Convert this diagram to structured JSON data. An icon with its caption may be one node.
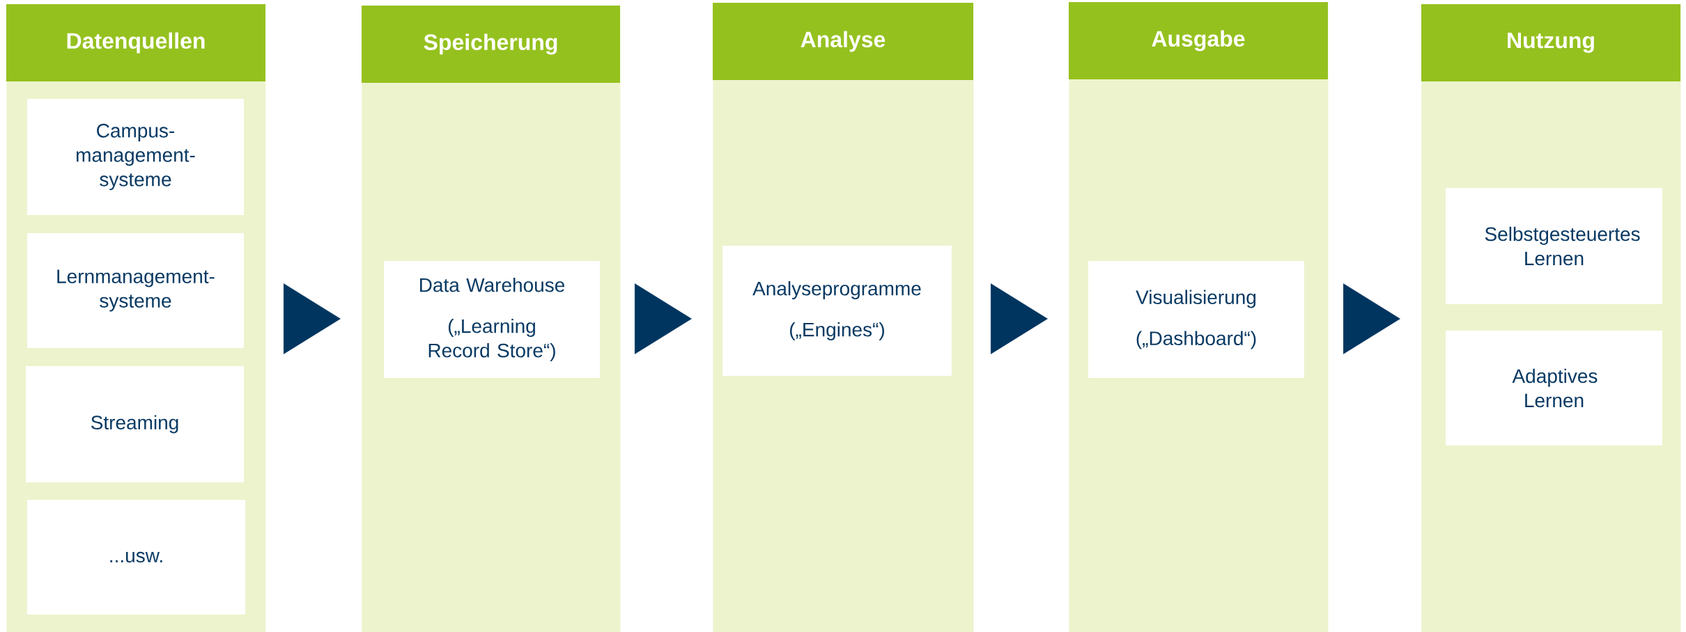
{
  "diagram": {
    "nodes": [
      {
        "text": [
          "Datenquellen"
        ]
      },
      {
        "text": [
          "Campus- management- systeme"
        ],
        "in": 0
      },
      {
        "text": [
          "Lernmanagement- systeme"
        ],
        "in": 0
      },
      {
        "text": [
          "Streaming"
        ],
        "in": 0
      },
      {
        "text": [
          "...usw."
        ],
        "in": 0
      },
      {
        "text": [
          "Speicherung"
        ]
      },
      {
        "text": [
          "Data Warehouse",
          "(„Learning Record Store“)"
        ],
        "in": 5
      },
      {
        "text": [
          "Analyse"
        ]
      },
      {
        "text": [
          "Analyseprogramme",
          "(„Engines“)"
        ],
        "in": 7
      },
      {
        "text": [
          "Ausgabe"
        ]
      },
      {
        "text": [
          "Visualisierung",
          "(„Dashboard“)"
        ],
        "in": 9
      },
      {
        "text": [
          "Nutzung"
        ]
      },
      {
        "text": [
          "Selbstgesteuertes Lernen"
        ],
        "in": 11
      },
      {
        "text": [
          "Adaptives Lernen"
        ],
        "in": 11
      }
    ],
    "edges": [
      {
        "from": 0,
        "to": 5,
        "arrow": "to"
      },
      {
        "from": 5,
        "to": 7,
        "arrow": "to"
      },
      {
        "from": 7,
        "to": 9,
        "arrow": "to"
      },
      {
        "from": 9,
        "to": 11,
        "arrow": "to"
      }
    ]
  }
}
